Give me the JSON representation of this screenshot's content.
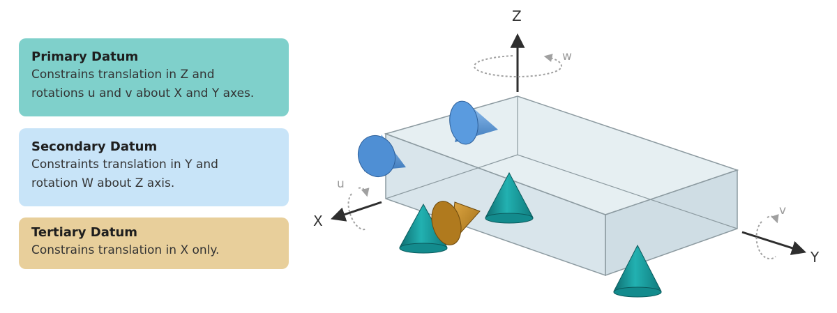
{
  "datums": {
    "primary": {
      "title": "Primary Datum",
      "line1": "Constrains translation in Z and",
      "line2": "rotations u and v about X and Y axes."
    },
    "secondary": {
      "title": "Secondary Datum",
      "line1": "Constraints translation in Y and",
      "line2": "rotation W about Z axis."
    },
    "tertiary": {
      "title": "Tertiary Datum",
      "line1": "Constrains translation in X only."
    }
  },
  "axes": {
    "x": "X",
    "y": "Y",
    "z": "Z"
  },
  "rotations": {
    "u": "u",
    "v": "v",
    "w": "w"
  },
  "colors": {
    "primary": "#7fd0cb",
    "secondary": "#c8e4f8",
    "tertiary": "#e8cf9b",
    "teal_cone": "#1aa1a3",
    "blue_cone": "#5a9bdf",
    "gold_cone": "#c58a26"
  }
}
